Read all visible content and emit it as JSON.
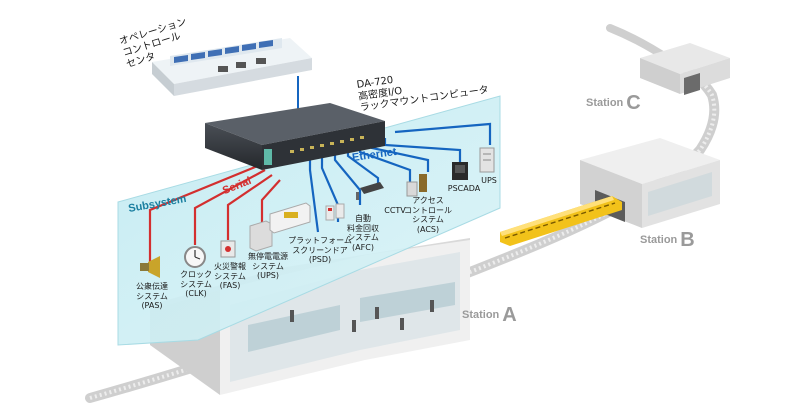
{
  "operation_center": {
    "label": "オペレーション\nコントロール\nセンタ"
  },
  "computer": {
    "label": "DA-720\n高密度I/O\nラックマウントコンピュータ"
  },
  "bus_labels": {
    "ethernet": "Ethernet",
    "serial": "Serial",
    "subsystem": "Subsystem"
  },
  "subsystems": [
    {
      "label": "公衆伝達\nシステム\n(PAS)",
      "icon": "speaker-icon"
    },
    {
      "label": "クロック\nシステム\n(CLK)",
      "icon": "clock-icon"
    },
    {
      "label": "火災警報\nシステム\n(FAS)",
      "icon": "fire-alarm-icon"
    },
    {
      "label": "無停電電源\nシステム\n(UPS)",
      "icon": "ups-cabinet-icon"
    },
    {
      "label": "プラットフォーム\nスクリーンドア\n(PSD)",
      "icon": "screen-door-icon"
    },
    {
      "label": "自動\n料金回収\nシステム\n(AFC)",
      "icon": "fare-gate-icon"
    },
    {
      "label": "CCTV",
      "icon": "cctv-camera-icon"
    },
    {
      "label": "アクセス\nコントロール\nシステム\n(ACS)",
      "icon": "access-control-icon"
    },
    {
      "label": "PSCADA",
      "icon": "pscada-terminal-icon"
    },
    {
      "label": "UPS",
      "icon": "ups-unit-icon"
    }
  ],
  "stations": {
    "a": {
      "text": "Station",
      "letter": "A"
    },
    "b": {
      "text": "Station",
      "letter": "B"
    },
    "c": {
      "text": "Station",
      "letter": "C"
    }
  },
  "colors": {
    "ethernet": "#1565c0",
    "serial": "#d32f2f",
    "panel": "#cdeef4",
    "station_label": "#9a9a9a",
    "subsystem_label": "#1a7fa0",
    "train": "#f2c21a"
  }
}
